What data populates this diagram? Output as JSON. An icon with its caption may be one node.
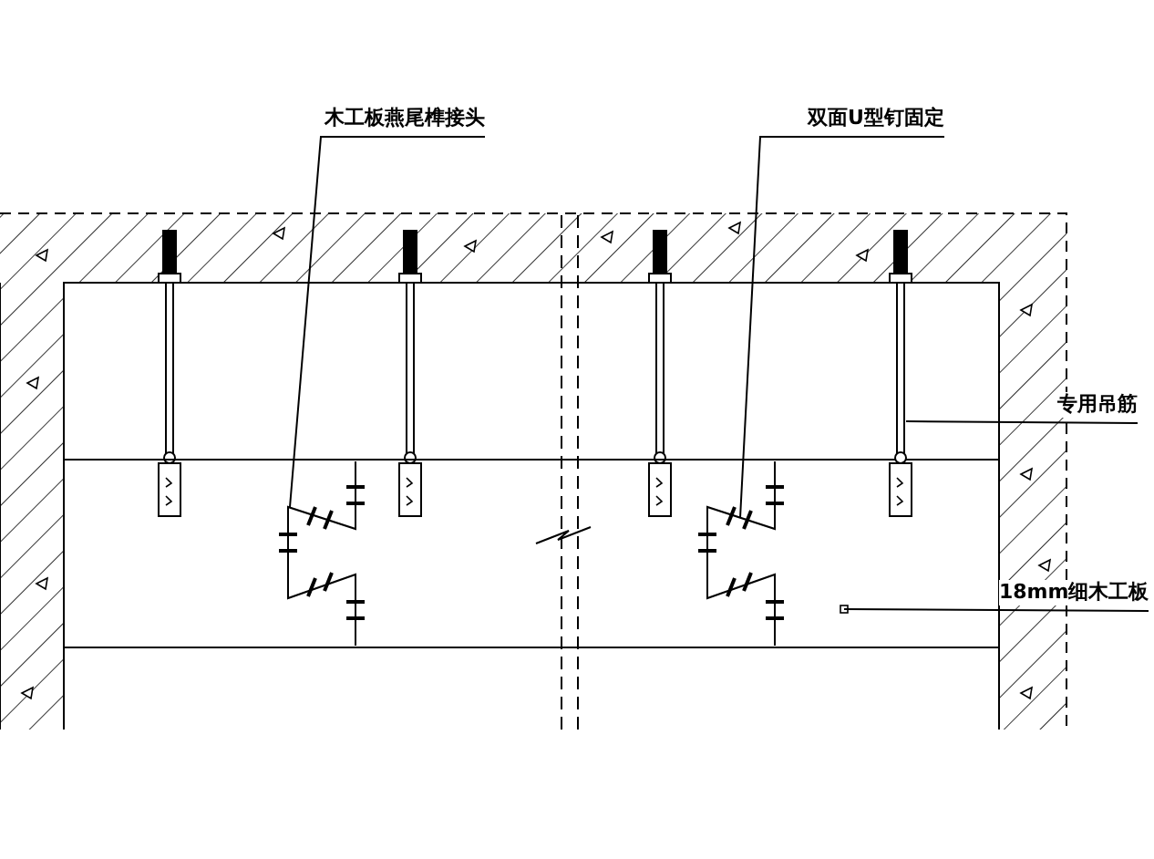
{
  "diagram": {
    "nodes": [
      {
        "text": [
          "木工板燕尾榫接头"
        ]
      },
      {
        "text": [
          "双面U型钉固定"
        ]
      },
      {
        "text": [
          "专用吊筋"
        ]
      },
      {
        "text": [
          "18mm细木工板"
        ]
      },
      {
        "text": [],
        "shape": "box"
      },
      {
        "text": [],
        "shape": "picture",
        "in": 4
      },
      {
        "text": [],
        "shape": "picture",
        "in": 4
      },
      {
        "text": [],
        "shape": "picture"
      }
    ],
    "edges": [
      {
        "from": 0,
        "to": 5,
        "arrow": "none"
      },
      {
        "from": 1,
        "to": 6,
        "arrow": "none"
      },
      {
        "from": 2,
        "to": 7,
        "arrow": "none"
      },
      {
        "from": 3,
        "to": 4,
        "arrow": "none"
      }
    ]
  }
}
